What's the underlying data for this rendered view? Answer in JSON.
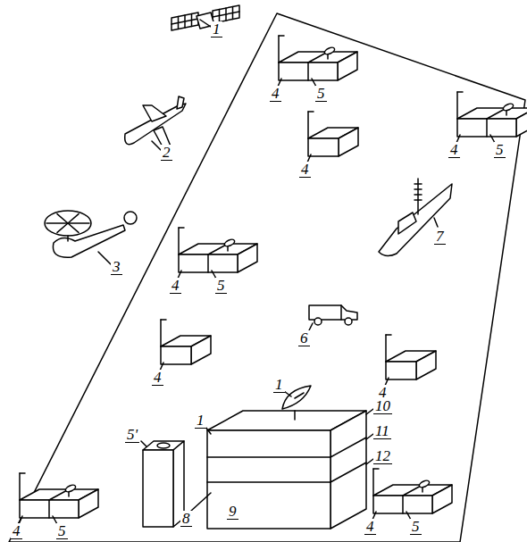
{
  "diagram": {
    "labels": [
      "1",
      "2",
      "3",
      "4",
      "5",
      "4",
      "4",
      "5",
      "7",
      "4",
      "5",
      "6",
      "4",
      "4",
      "1",
      "10",
      "11",
      "12",
      "1",
      "5'",
      "8",
      "9",
      "4",
      "5",
      "4",
      "5"
    ]
  }
}
